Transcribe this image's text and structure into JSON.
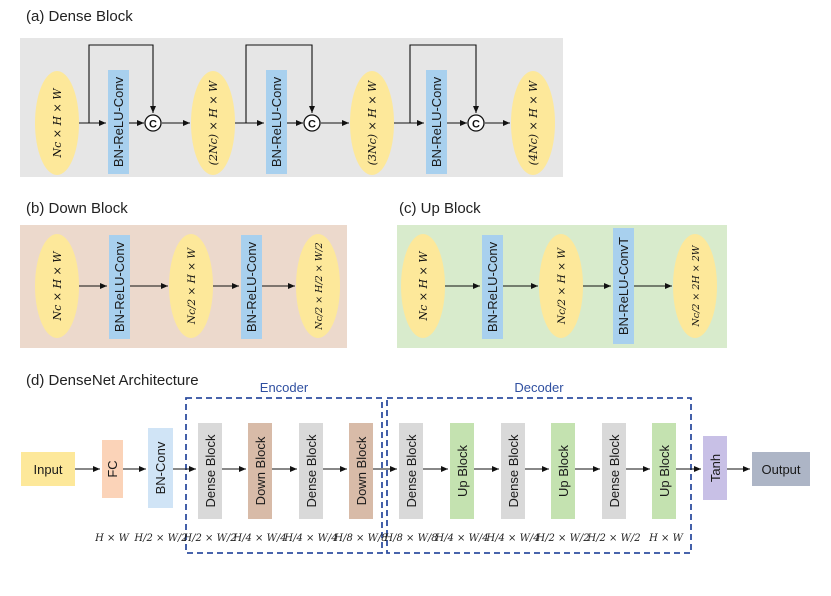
{
  "panels": {
    "dense_block": {
      "title": "(a) Dense Block",
      "conv_label": "BN-ReLU-Conv",
      "concat_symbol": "C",
      "tensors": [
        "Nc × H × W",
        "(2Nc) × H × W",
        "(3Nc) × H × W",
        "(4Nc) × H × W"
      ]
    },
    "down_block": {
      "title": "(b) Down Block",
      "conv_label": "BN-ReLU-Conv",
      "tensors": [
        "Nc × H × W",
        "Nc/2 × H × W",
        "Nc/2 × H/2 × W/2"
      ]
    },
    "up_block": {
      "title": "(c) Up Block",
      "conv_labels": [
        "BN-ReLU-Conv",
        "BN-ReLU-ConvT"
      ],
      "tensors": [
        "Nc × H × W",
        "Nc/2 × H × W",
        "Nc/2 × 2H × 2W"
      ]
    },
    "architecture": {
      "title": "(d) DenseNet Architecture",
      "encoder_label": "Encoder",
      "decoder_label": "Decoder",
      "input_label": "Input",
      "fc_label": "FC",
      "bnconv_label": "BN-Conv",
      "tanh_label": "Tanh",
      "output_label": "Output",
      "stages": [
        "Dense Block",
        "Down Block",
        "Dense Block",
        "Down Block",
        "Dense Block",
        "Up Block",
        "Dense Block",
        "Up Block",
        "Dense Block",
        "Up Block"
      ],
      "dims": [
        "H × W",
        "H/2 × W/2",
        "H/2 × W/2",
        "H/4 × W/4",
        "H/4 × W/4",
        "H/8 × W/8",
        "H/8 × W/8",
        "H/4 × W/4",
        "H/4 × W/4",
        "H/2 × W/2",
        "H/2 × W/2",
        "H × W"
      ]
    }
  },
  "colors": {
    "panel_a_bg": "#e6e6e6",
    "panel_b_bg": "#ecd9cc",
    "panel_c_bg": "#d8ebcc",
    "tensor_fill": "#fde89a",
    "conv_fill": "#a8d0ee",
    "dense_fill": "#d9d9d9",
    "down_fill": "#d8bba8",
    "up_fill": "#c4e2b0",
    "input_fill": "#fde89a",
    "fc_fill": "#fbd3b8",
    "bnconv_fill": "#d0e4f6",
    "tanh_fill": "#c8c0e6",
    "output_fill": "#adb5c6",
    "group_border": "#2f4fa0"
  }
}
